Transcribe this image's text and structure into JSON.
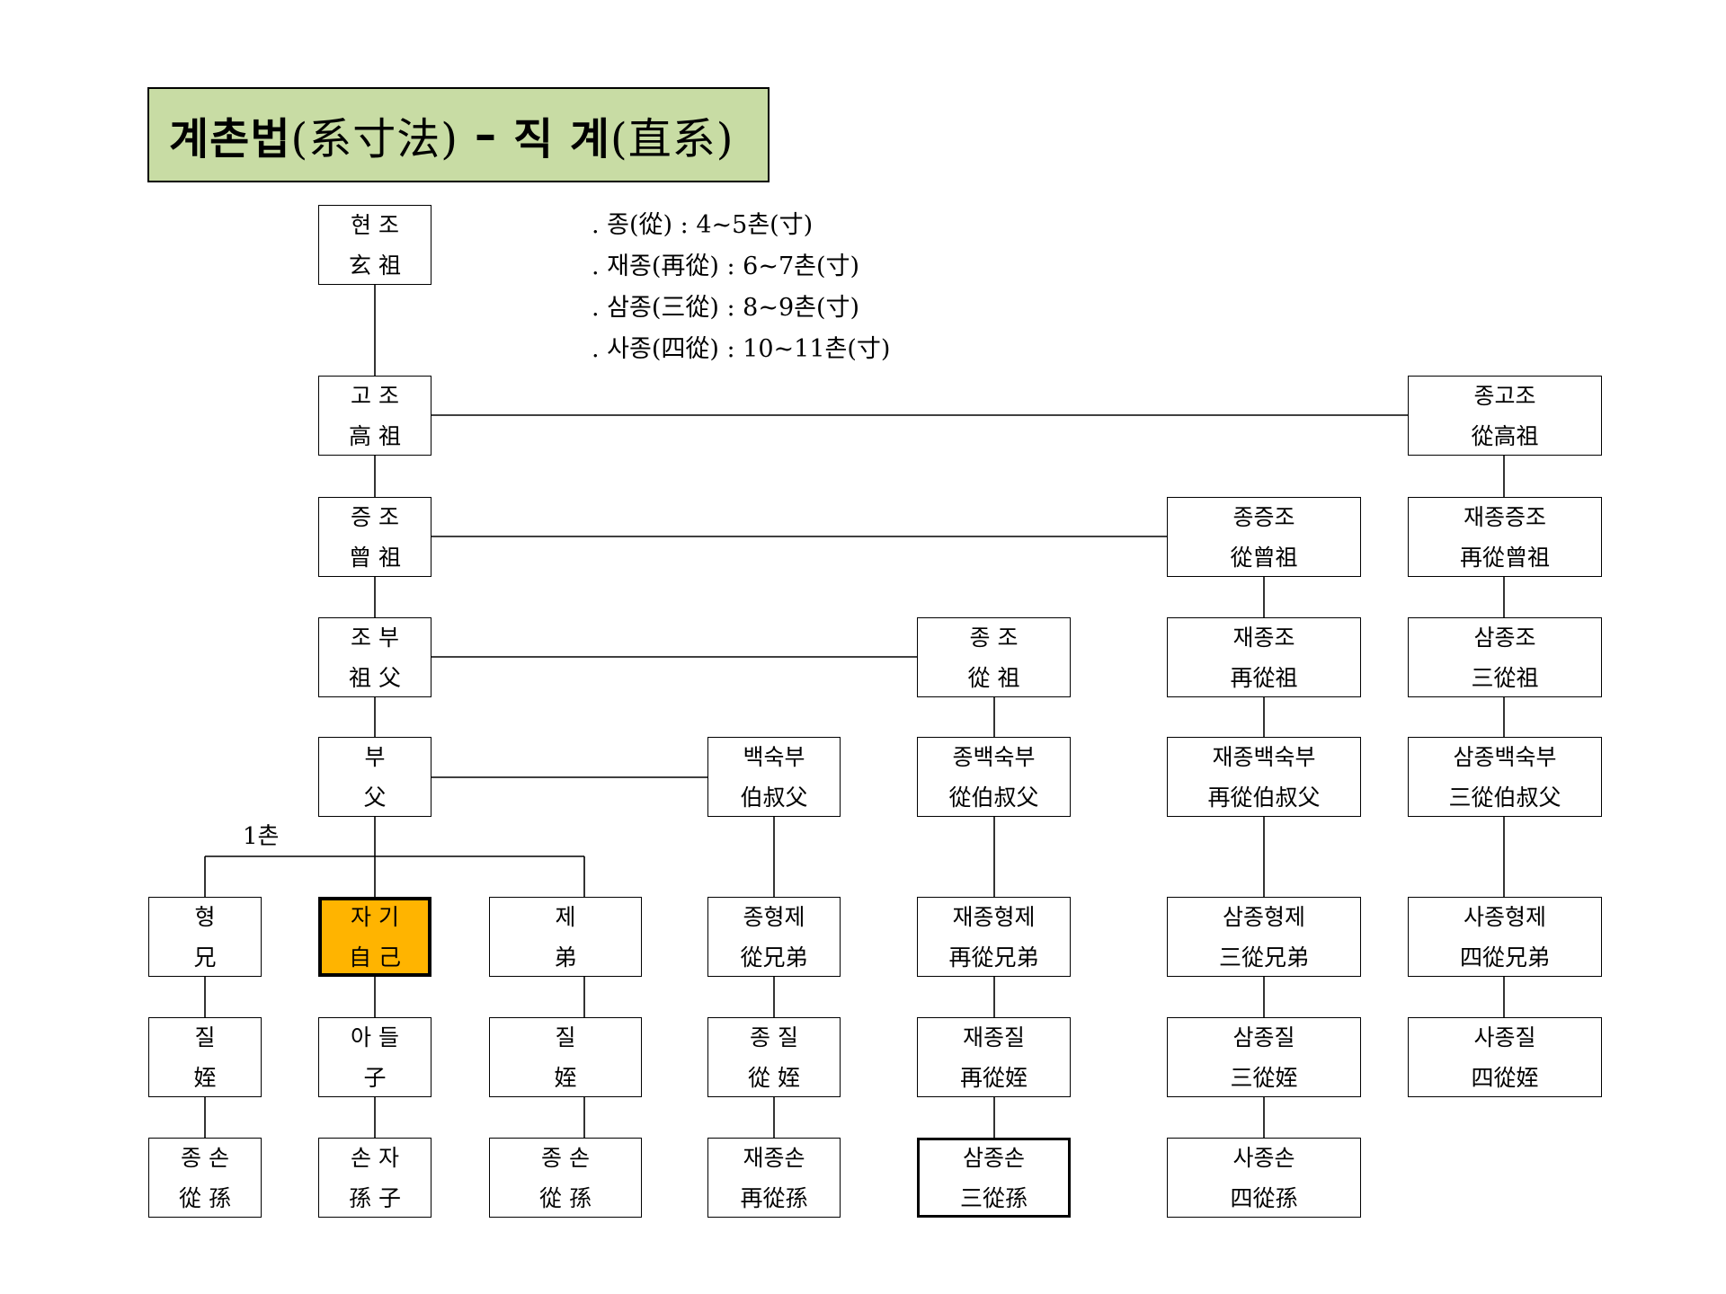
{
  "title": {
    "korean_a": "계촌법",
    "hanja_a": "(系寸法)",
    "dash": "–",
    "korean_b": "직 계",
    "hanja_b": "(直系)"
  },
  "legend": [
    ". 종(從) : 4~5촌(寸)",
    ". 재종(再從) : 6~7촌(寸)",
    ". 삼종(三從) : 8~9촌(寸)",
    ". 사종(四從) : 10~11촌(寸)"
  ],
  "one_chon_label": "1촌",
  "boxes": {
    "hyeonjo": {
      "kr": "현 조",
      "hj": "玄 祖"
    },
    "gojo": {
      "kr": "고 조",
      "hj": "高 祖"
    },
    "jeungjo": {
      "kr": "증 조",
      "hj": "曾 祖"
    },
    "jobu": {
      "kr": "조 부",
      "hj": "祖 父"
    },
    "bu": {
      "kr": "부",
      "hj": "父"
    },
    "hyeong": {
      "kr": "형",
      "hj": "兄"
    },
    "jagi": {
      "kr": "자 기",
      "hj": "自 己"
    },
    "je": {
      "kr": "제",
      "hj": "弟"
    },
    "jil_1": {
      "kr": "질",
      "hj": "姪"
    },
    "adeul": {
      "kr": "아 들",
      "hj": "子"
    },
    "jil_2": {
      "kr": "질",
      "hj": "姪"
    },
    "jongson_1": {
      "kr": "종 손",
      "hj": "從 孫"
    },
    "sonja": {
      "kr": "손 자",
      "hj": "孫 子"
    },
    "jongson_2": {
      "kr": "종 손",
      "hj": "從 孫"
    },
    "baeksukbu": {
      "kr": "백숙부",
      "hj": "伯叔父"
    },
    "jonghyeongje": {
      "kr": "종형제",
      "hj": "從兄弟"
    },
    "jongjil": {
      "kr": "종 질",
      "hj": "從 姪"
    },
    "jaejongson": {
      "kr": "재종손",
      "hj": "再從孫"
    },
    "jongjo": {
      "kr": "종 조",
      "hj": "從 祖"
    },
    "jongbaeksukbu": {
      "kr": "종백숙부",
      "hj": "從伯叔父"
    },
    "jaejonghyeongje": {
      "kr": "재종형제",
      "hj": "再從兄弟"
    },
    "jaejongjil": {
      "kr": "재종질",
      "hj": "再從姪"
    },
    "samjongson": {
      "kr": "삼종손",
      "hj": "三從孫"
    },
    "jongjeungjo": {
      "kr": "종증조",
      "hj": "從曾祖"
    },
    "jaejongjo": {
      "kr": "재종조",
      "hj": "再從祖"
    },
    "jaejongbaeksukbu": {
      "kr": "재종백숙부",
      "hj": "再從伯叔父"
    },
    "samjonghyeongje": {
      "kr": "삼종형제",
      "hj": "三從兄弟"
    },
    "samjongjil": {
      "kr": "삼종질",
      "hj": "三從姪"
    },
    "sajongson": {
      "kr": "사종손",
      "hj": "四從孫"
    },
    "jonggojo": {
      "kr": "종고조",
      "hj": "從高祖"
    },
    "jaejongjeungjo": {
      "kr": "재종증조",
      "hj": "再從曾祖"
    },
    "samjongjo": {
      "kr": "삼종조",
      "hj": "三從祖"
    },
    "samjongbaeksukbu": {
      "kr": "삼종백숙부",
      "hj": "三從伯叔父"
    },
    "sajonghyeongje": {
      "kr": "사종형제",
      "hj": "四從兄弟"
    },
    "sajongjil": {
      "kr": "사종질",
      "hj": "四從姪"
    }
  },
  "colors": {
    "title_bg": "#c8dca4",
    "self_bg": "#ffb400",
    "line": "#000000"
  }
}
